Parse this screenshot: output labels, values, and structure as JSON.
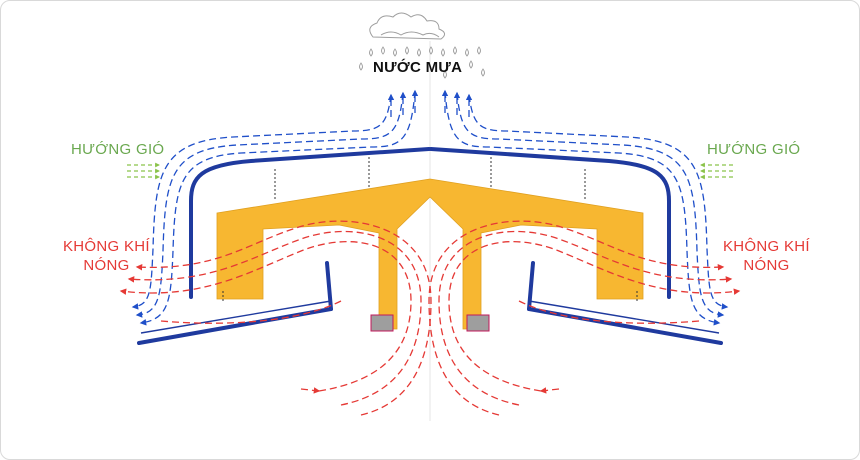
{
  "labels": {
    "rain": "NƯỚC MƯA",
    "wind_left": "HƯỚNG GIÓ",
    "wind_right": "HƯỚNG GIÓ",
    "hot_air_left_line1": "KHÔNG KHÍ",
    "hot_air_left_line2": "NÓNG",
    "hot_air_right_line1": "KHÔNG KHÍ",
    "hot_air_right_line2": "NÓNG"
  },
  "colors": {
    "rain_text": "#111111",
    "wind_text": "#6aa84f",
    "hot_air_text": "#e53935",
    "rain_flow": "#1f4fc9",
    "hot_air_flow": "#e53935",
    "roof_sheet": "#1f3a9e",
    "truss": "#f7b731",
    "cloud": "#9e9e9e"
  },
  "icons": [
    "cloud-icon",
    "raindrop-icon",
    "arrow-icon"
  ]
}
